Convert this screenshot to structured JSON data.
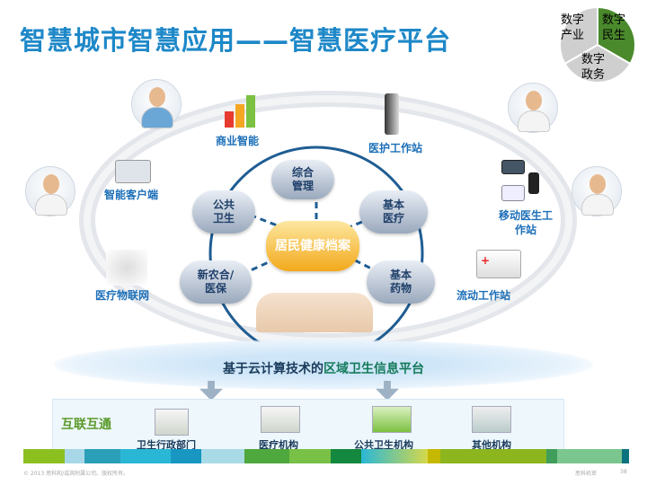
{
  "title": "智慧城市智慧应用——智慧医疗平台",
  "pie": {
    "segments": [
      {
        "label": "数字产业",
        "color": "#cfcfcf"
      },
      {
        "label": "数字民生",
        "color": "#4a8a2c",
        "active": true
      },
      {
        "label": "数字政务",
        "color": "#cfcfcf"
      }
    ]
  },
  "ring_labels": {
    "bi": "商业智能",
    "nurse_station": "医护工作站",
    "smart_client": "智能客户端",
    "mobile_doctor": "移动医生工作站",
    "iot": "医疗物联网",
    "mobile_station": "流动工作站"
  },
  "clouds": {
    "center": "居民健康档案",
    "top": "综合管理",
    "left_top": "公共卫生",
    "right_top": "基本医疗",
    "left_bottom": "新农合/医保",
    "right_bottom": "基本药物"
  },
  "platform": {
    "prefix": "基于云计算技术的",
    "highlight": "区域卫生信息平台"
  },
  "bottom": {
    "title": "互联互通",
    "items": [
      "卫生行政部门",
      "医疗机构",
      "公共卫生机构",
      "其他机构"
    ]
  },
  "footer": {
    "copyright": "© 2013 思科和/或其附属公司。版权所有。",
    "confidential": "思科机密",
    "page": "38"
  }
}
